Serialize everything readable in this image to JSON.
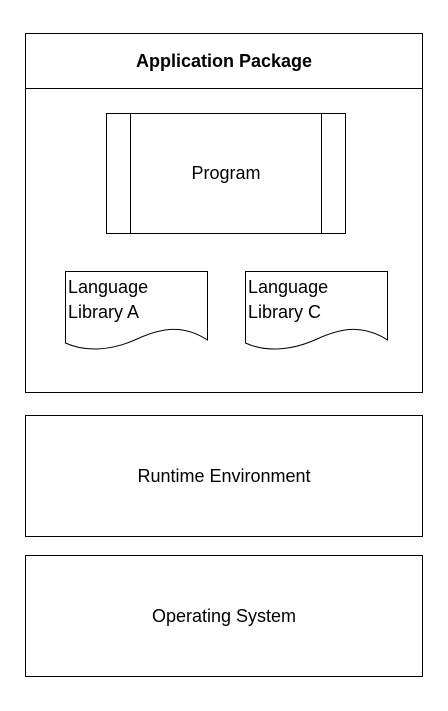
{
  "package": {
    "title": "Application Package",
    "program_label": "Program",
    "libraries": [
      {
        "line1": "Language",
        "line2": "Library A"
      },
      {
        "line1": "Language",
        "line2": "Library C"
      }
    ]
  },
  "runtime": {
    "label": "Runtime Environment"
  },
  "os": {
    "label": "Operating System"
  }
}
